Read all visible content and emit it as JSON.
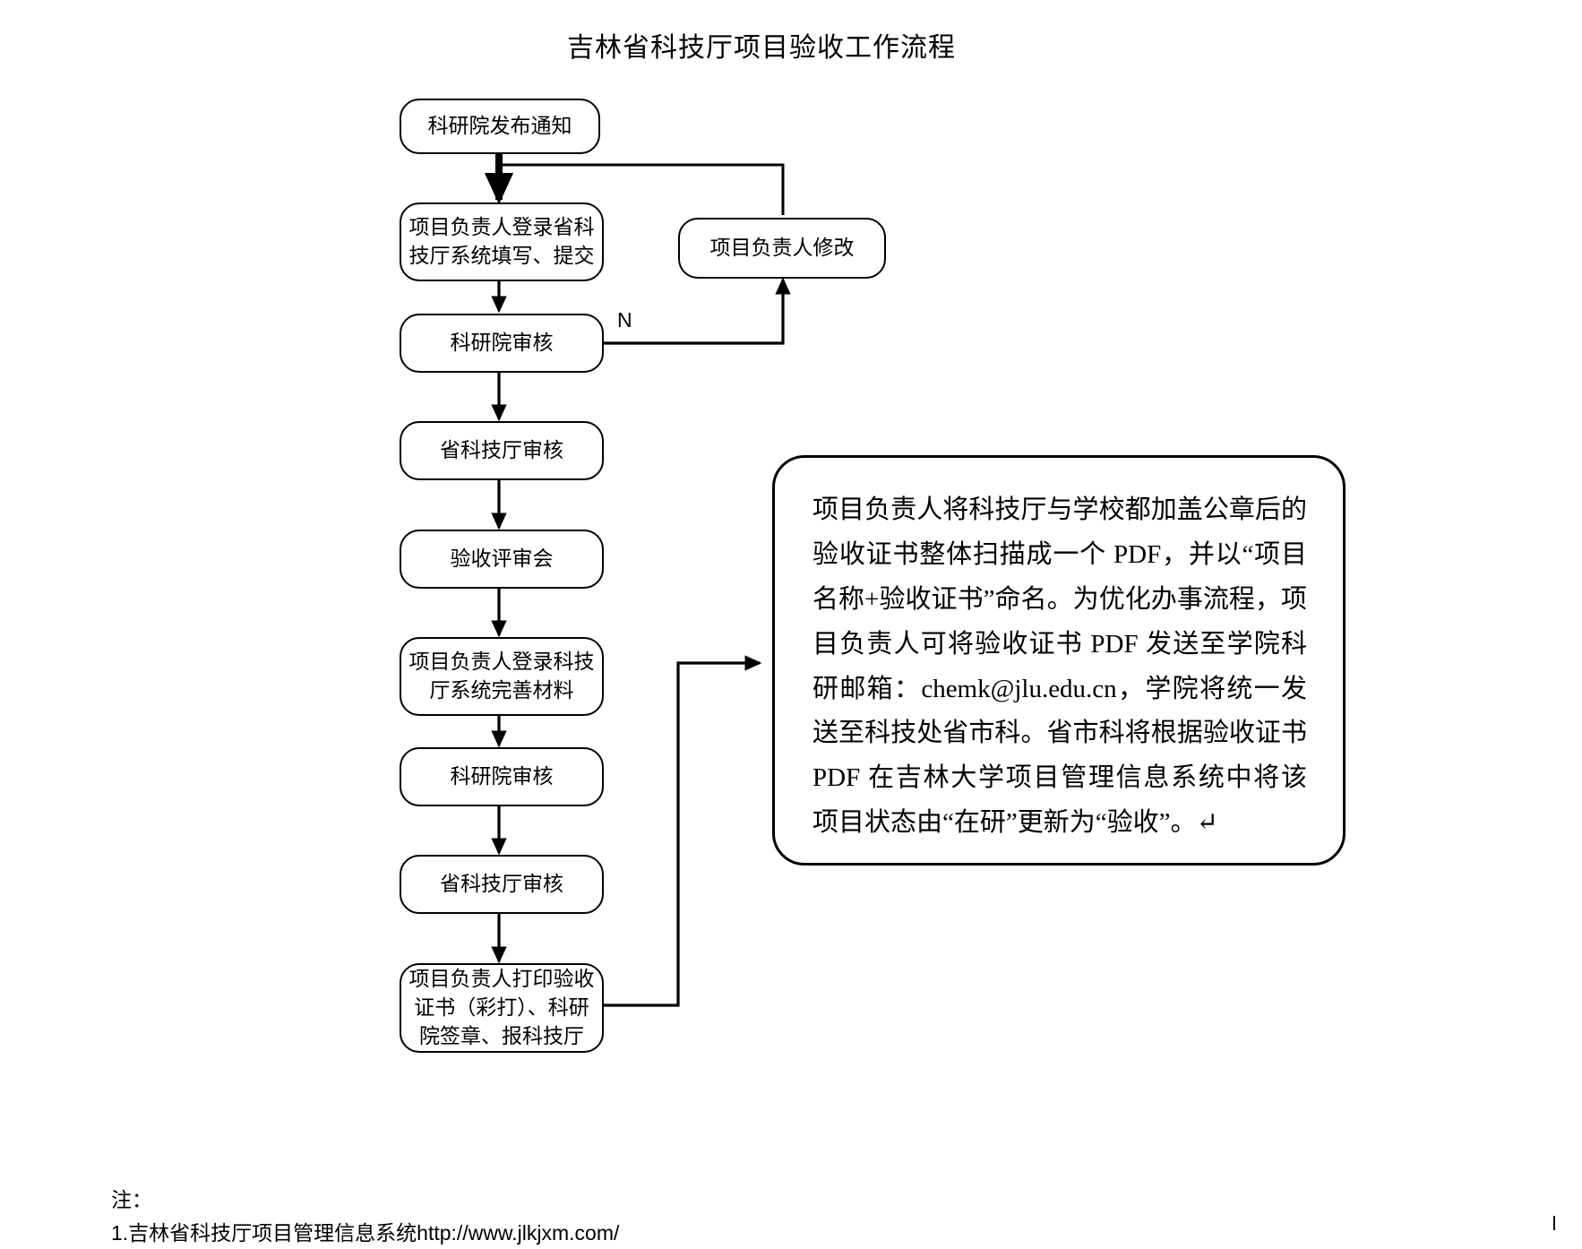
{
  "document": {
    "title": "吉林省科技厅项目验收工作流程"
  },
  "flowchart": {
    "nodes": [
      {
        "id": "n1",
        "label": "科研院发布通知"
      },
      {
        "id": "n2",
        "label": "项目负责人登录省科\n技厅系统填写、提交"
      },
      {
        "id": "n3",
        "label": "科研院审核"
      },
      {
        "id": "n4",
        "label": "项目负责人修改"
      },
      {
        "id": "n5",
        "label": "省科技厅审核"
      },
      {
        "id": "n6",
        "label": "验收评审会"
      },
      {
        "id": "n7",
        "label": "项目负责人登录科技\n厅系统完善材料"
      },
      {
        "id": "n8",
        "label": "科研院审核"
      },
      {
        "id": "n9",
        "label": "省科技厅审核"
      },
      {
        "id": "n10",
        "label": "项目负责人打印验收\n证书（彩打）、科研\n院签章、报科技厅"
      }
    ],
    "edge_labels": [
      {
        "id": "e-no",
        "label": "N"
      }
    ],
    "callout": {
      "text": "项目负责人将科技厅与学校都加盖公章后的验收证书整体扫描成一个 PDF，并以“项目名称+验收证书”命名。为优化办事流程，项目负责人可将验收证书 PDF 发送至学院科研邮箱：chemk@jlu.edu.cn，学院将统一发送至科技处省市科。省市科将根据验收证书 PDF 在吉林大学项目管理信息系统中将该项目状态由“在研”更新为“验收”。↵"
    }
  },
  "footer": {
    "note_label": "注：",
    "note_line1": "1.吉林省科技厅项目管理信息系统http://www.jlkjxm.com/"
  },
  "colors": {
    "stroke": "#000000",
    "background": "#ffffff",
    "text": "#000000"
  }
}
